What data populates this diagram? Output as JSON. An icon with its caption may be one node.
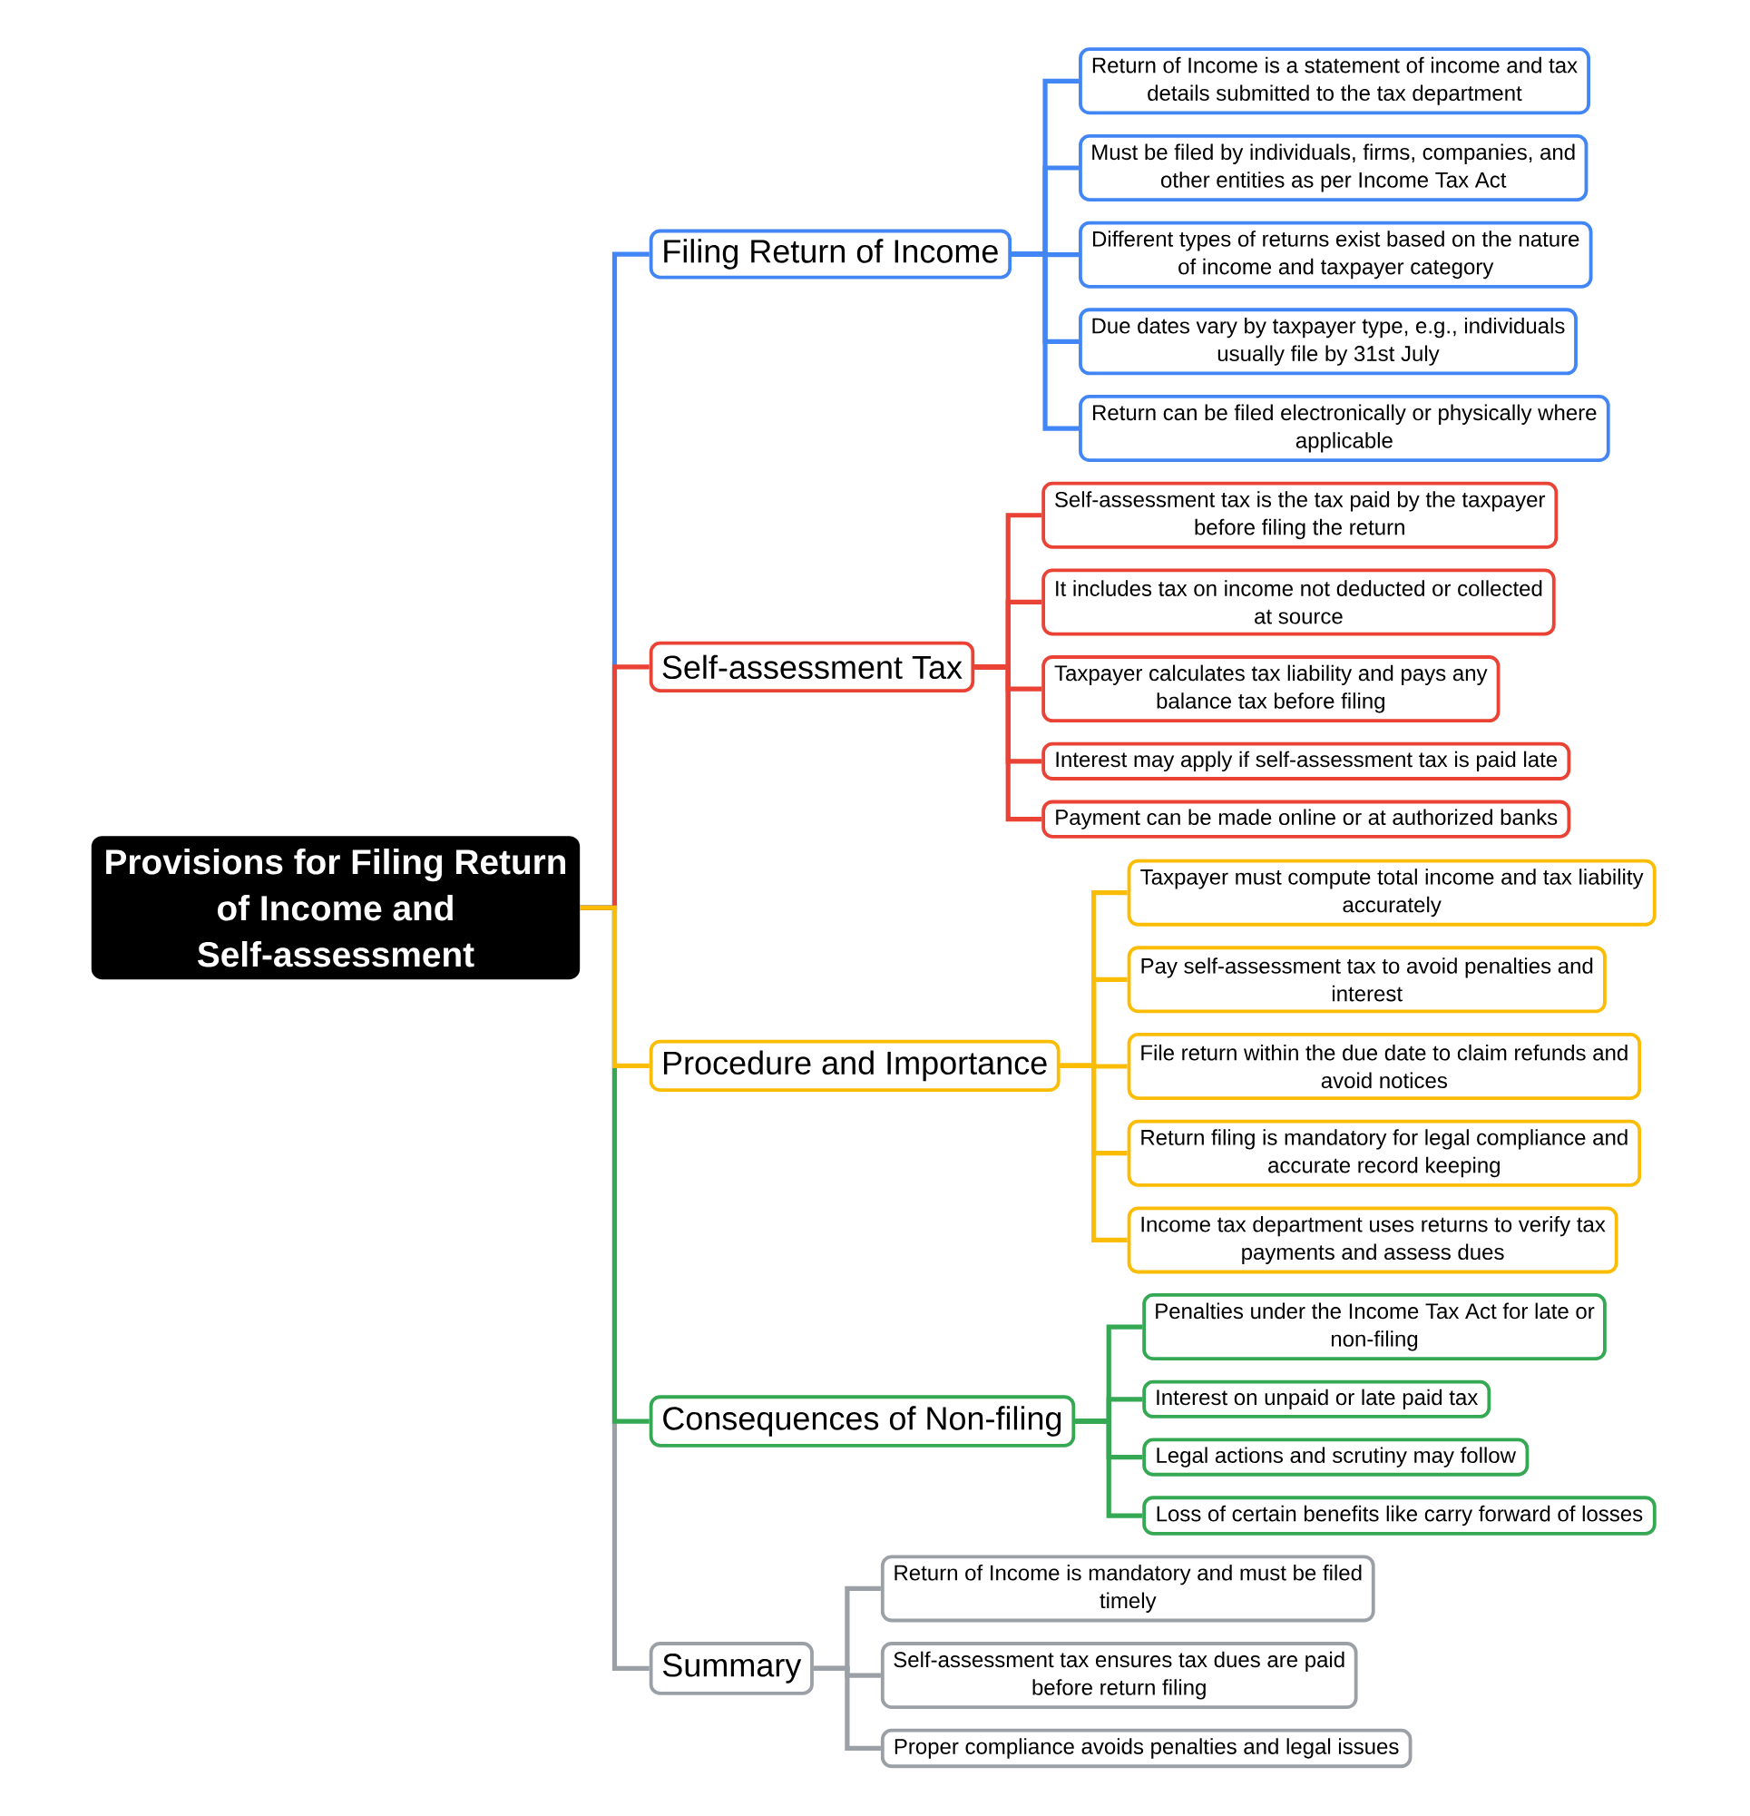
{
  "diagram": {
    "nodes": [
      {
        "text": [
          "Provisions for Filing Return of Income and Self-assessment"
        ]
      },
      {
        "text": [
          "Filing Return of Income"
        ]
      },
      {
        "text": [
          "Return of Income is a statement of income and tax details submitted to the tax department"
        ]
      },
      {
        "text": [
          "Must be filed by individuals, firms, companies, and other entities as per Income Tax Act"
        ]
      },
      {
        "text": [
          "Different types of returns exist based on the nature of income and taxpayer category"
        ]
      },
      {
        "text": [
          "Due dates vary by taxpayer type, e.g., individuals usually file by 31st July"
        ]
      },
      {
        "text": [
          "Return can be filed electronically or physically where applicable"
        ]
      },
      {
        "text": [
          "Self-assessment Tax"
        ]
      },
      {
        "text": [
          "Self-assessment tax is the tax paid by the taxpayer before filing the return"
        ]
      },
      {
        "text": [
          "It includes tax on income not deducted or collected at source"
        ]
      },
      {
        "text": [
          "Taxpayer calculates tax liability and pays any balance tax before filing"
        ]
      },
      {
        "text": [
          "Interest may apply if self-assessment tax is paid late"
        ]
      },
      {
        "text": [
          "Payment can be made online or at authorized banks"
        ]
      },
      {
        "text": [
          "Procedure and Importance"
        ]
      },
      {
        "text": [
          "Taxpayer must compute total income and tax liability accurately"
        ]
      },
      {
        "text": [
          "Pay self-assessment tax to avoid penalties and interest"
        ]
      },
      {
        "text": [
          "File return within the due date to claim refunds and avoid notices"
        ]
      },
      {
        "text": [
          "Return filing is mandatory for legal compliance and accurate record keeping"
        ]
      },
      {
        "text": [
          "Income tax department uses returns to verify tax payments and assess dues"
        ]
      },
      {
        "text": [
          "Consequences of Non-filing"
        ]
      },
      {
        "text": [
          "Penalties under the Income Tax Act for late or non-filing"
        ]
      },
      {
        "text": [
          "Interest on unpaid or late paid tax"
        ]
      },
      {
        "text": [
          "Legal actions and scrutiny may follow"
        ]
      },
      {
        "text": [
          "Loss of certain benefits like carry forward of losses"
        ]
      },
      {
        "text": [
          "Summary"
        ]
      },
      {
        "text": [
          "Return of Income is mandatory and must be filed timely"
        ]
      },
      {
        "text": [
          "Self-assessment tax ensures tax dues are paid before return filing"
        ]
      },
      {
        "text": [
          "Proper compliance avoids penalties and legal issues"
        ]
      }
    ],
    "edges": [
      {
        "from": 0,
        "to": 1,
        "arrow": "none",
        "color": "#4285f4"
      },
      {
        "from": 1,
        "to": 2,
        "arrow": "none",
        "color": "#4285f4"
      },
      {
        "from": 1,
        "to": 3,
        "arrow": "none",
        "color": "#4285f4"
      },
      {
        "from": 1,
        "to": 4,
        "arrow": "none",
        "color": "#4285f4"
      },
      {
        "from": 1,
        "to": 5,
        "arrow": "none",
        "color": "#4285f4"
      },
      {
        "from": 1,
        "to": 6,
        "arrow": "none",
        "color": "#4285f4"
      },
      {
        "from": 0,
        "to": 7,
        "arrow": "none",
        "color": "#ea4335"
      },
      {
        "from": 7,
        "to": 8,
        "arrow": "none",
        "color": "#ea4335"
      },
      {
        "from": 7,
        "to": 9,
        "arrow": "none",
        "color": "#ea4335"
      },
      {
        "from": 7,
        "to": 10,
        "arrow": "none",
        "color": "#ea4335"
      },
      {
        "from": 7,
        "to": 11,
        "arrow": "none",
        "color": "#ea4335"
      },
      {
        "from": 7,
        "to": 12,
        "arrow": "none",
        "color": "#ea4335"
      },
      {
        "from": 0,
        "to": 13,
        "arrow": "none",
        "color": "#fbbc04"
      },
      {
        "from": 13,
        "to": 14,
        "arrow": "none",
        "color": "#fbbc04"
      },
      {
        "from": 13,
        "to": 15,
        "arrow": "none",
        "color": "#fbbc04"
      },
      {
        "from": 13,
        "to": 16,
        "arrow": "none",
        "color": "#fbbc04"
      },
      {
        "from": 13,
        "to": 17,
        "arrow": "none",
        "color": "#fbbc04"
      },
      {
        "from": 13,
        "to": 18,
        "arrow": "none",
        "color": "#fbbc04"
      },
      {
        "from": 0,
        "to": 19,
        "arrow": "none",
        "color": "#34a853"
      },
      {
        "from": 19,
        "to": 20,
        "arrow": "none",
        "color": "#34a853"
      },
      {
        "from": 19,
        "to": 21,
        "arrow": "none",
        "color": "#34a853"
      },
      {
        "from": 19,
        "to": 22,
        "arrow": "none",
        "color": "#34a853"
      },
      {
        "from": 19,
        "to": 23,
        "arrow": "none",
        "color": "#34a853"
      },
      {
        "from": 0,
        "to": 24,
        "arrow": "none",
        "color": "#9aa0a6"
      },
      {
        "from": 24,
        "to": 25,
        "arrow": "none",
        "color": "#9aa0a6"
      },
      {
        "from": 24,
        "to": 26,
        "arrow": "none",
        "color": "#9aa0a6"
      },
      {
        "from": 24,
        "to": 27,
        "arrow": "none",
        "color": "#9aa0a6"
      }
    ]
  }
}
